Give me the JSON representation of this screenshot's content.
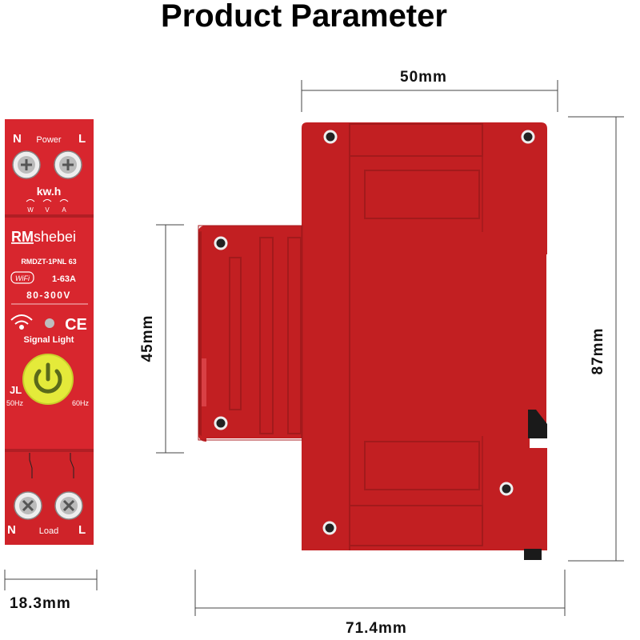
{
  "title": "Product Parameter",
  "dimensions": {
    "top_width": "50mm",
    "module_width": "18.3mm",
    "total_depth": "71.4mm",
    "front_height": "45mm",
    "total_height": "87mm"
  },
  "device": {
    "left_terminal_top": "N",
    "right_terminal_top": "L",
    "top_terminal_label": "Power",
    "meter_label": "kw.h",
    "meter_units": [
      "W",
      "V",
      "A"
    ],
    "brand_prefix": "RM",
    "brand_suffix": "shebei",
    "model": "RMDZT-1PNL 63",
    "wifi_badge": "WiFi",
    "current_range": "1-63A",
    "voltage_range": "80-300V",
    "ce_mark": "CE",
    "signal_label": "Signal Light",
    "jl_label": "JL",
    "freq_left": "50Hz",
    "freq_right": "60Hz",
    "left_terminal_bottom": "N",
    "right_terminal_bottom": "L",
    "bottom_terminal_label": "Load"
  },
  "colors": {
    "body_red": "#d8262e",
    "side_red": "#c21f22",
    "button_yellow": "#e4ea3a"
  }
}
